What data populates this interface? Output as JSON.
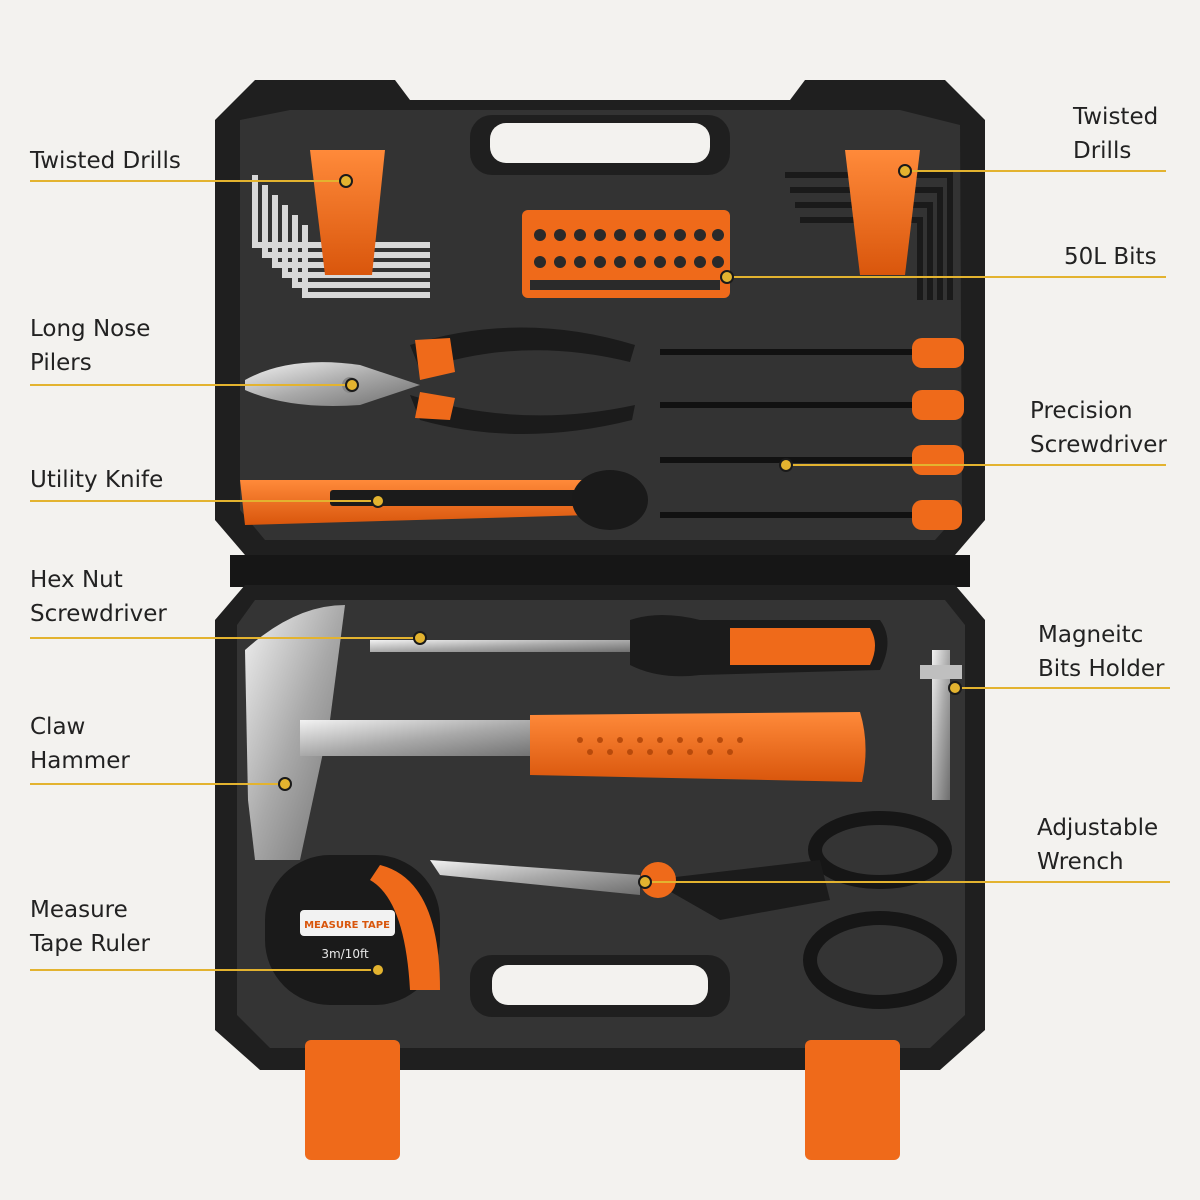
{
  "colors": {
    "background": "#f3f2ef",
    "case": "#262626",
    "tray": "#3a3a3a",
    "accent": "#ef6a1a",
    "leader": "#e3b32f",
    "metal": "#c9c9c9"
  },
  "callouts": {
    "twisted_drills_left": {
      "line1": "Twisted Drills",
      "line2": ""
    },
    "long_nose_pliers": {
      "line1": "Long Nose",
      "line2": "Pilers"
    },
    "utility_knife": {
      "line1": "Utility Knife",
      "line2": ""
    },
    "hex_nut_screwdriver": {
      "line1": "Hex Nut",
      "line2": "Screwdriver"
    },
    "claw_hammer": {
      "line1": "Claw",
      "line2": "Hammer"
    },
    "measure_tape": {
      "line1": "Measure",
      "line2": "Tape Ruler"
    },
    "twisted_drills_right": {
      "line1": "Twisted",
      "line2": "Drills"
    },
    "bits_50l": {
      "line1": "50L Bits",
      "line2": ""
    },
    "precision_screwdriver": {
      "line1": "Precision",
      "line2": "Screwdriver"
    },
    "magnetic_bits_holder": {
      "line1": "Magneitc",
      "line2": "Bits Holder"
    },
    "adjustable_wrench": {
      "line1": "Adjustable",
      "line2": "Wrench"
    }
  },
  "tape_label": {
    "brand": "MEASURE TAPE",
    "size": "3m/10ft"
  },
  "icons": [
    "tool-case-image",
    "leader-dot-icon"
  ]
}
